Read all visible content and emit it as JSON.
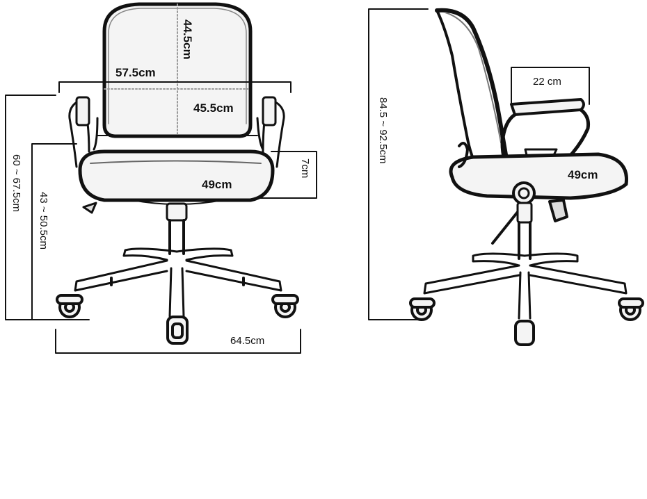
{
  "front_view": {
    "backrest_height": "44.5cm",
    "overall_width": "57.5cm",
    "backrest_width": "45.5cm",
    "seat_width": "49cm",
    "seat_cushion_thickness": "7cm",
    "armrest_height_range": "60 ~ 67.5cm",
    "seat_height_range": "43 ~ 50.5cm",
    "base_width": "64.5cm"
  },
  "side_view": {
    "total_height_range": "84.5 ~ 92.5cm",
    "armrest_length": "22 cm",
    "seat_depth": "49cm"
  }
}
